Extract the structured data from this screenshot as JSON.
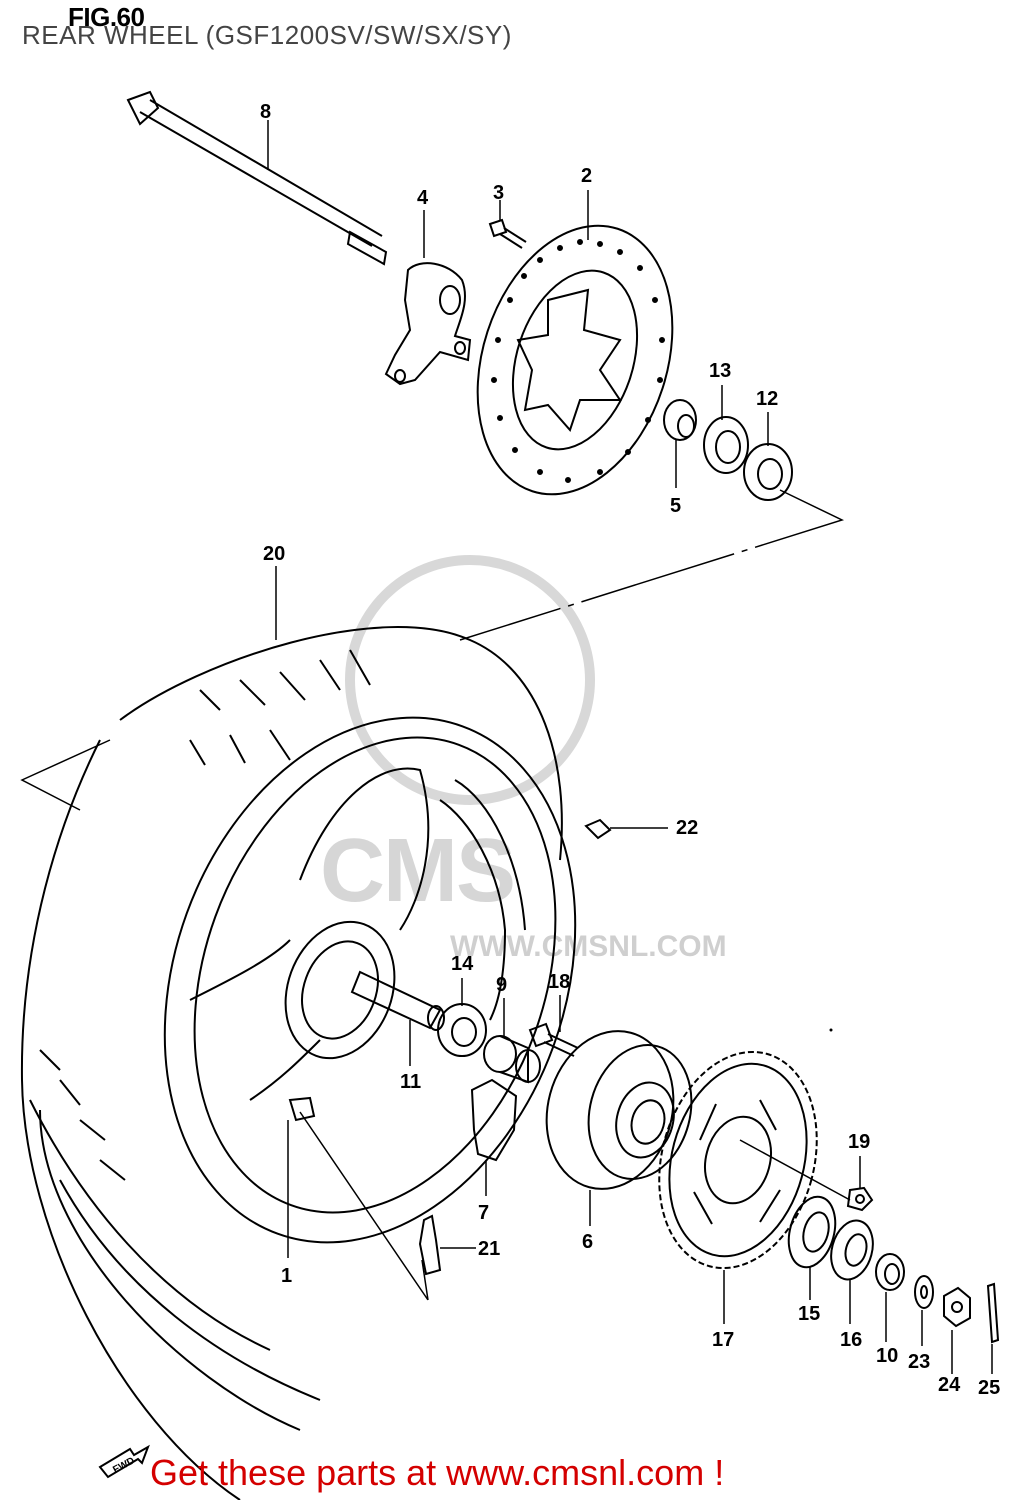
{
  "header": {
    "fig_title": "FIG.60",
    "subtitle": "REAR WHEEL (GSF1200SV/SW/SX/SY)"
  },
  "callouts": {
    "p1": "1",
    "p2": "2",
    "p3": "3",
    "p4": "4",
    "p5": "5",
    "p6": "6",
    "p7": "7",
    "p8": "8",
    "p9": "9",
    "p10": "10",
    "p11": "11",
    "p12": "12",
    "p13": "13",
    "p14": "14",
    "p15": "15",
    "p16": "16",
    "p17": "17",
    "p18": "18",
    "p19": "19",
    "p20": "20",
    "p21": "21",
    "p22": "22",
    "p23": "23",
    "p24": "24",
    "p25": "25"
  },
  "watermark": {
    "brand": "CMS",
    "url": "WWW.CMSNL.COM"
  },
  "footer": {
    "text": "Get these parts at www.cmsnl.com !",
    "badge": "FWD"
  }
}
